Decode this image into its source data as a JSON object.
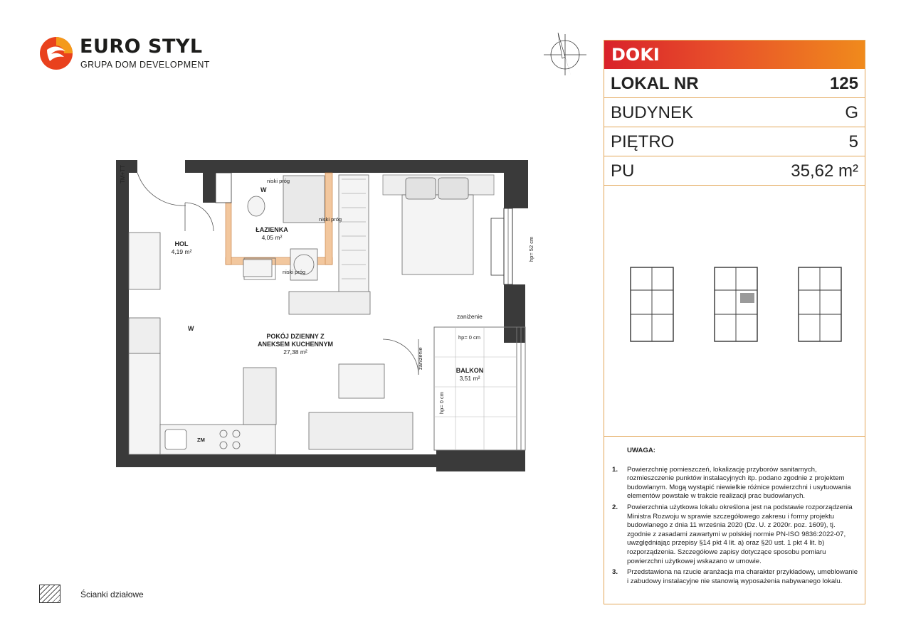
{
  "brand": {
    "name": "EURO STYL",
    "sub": "GRUPA DOM DEVELOPMENT"
  },
  "colors": {
    "accent_red": "#d9222a",
    "accent_orange": "#f08a1c",
    "wall": "#3a3a3a",
    "border": "#e3a75a"
  },
  "panel": {
    "project": "DOKI",
    "rows": [
      {
        "key": "LOKAL NR",
        "value": "125"
      },
      {
        "key": "BUDYNEK",
        "value": "G"
      },
      {
        "key": "PIĘTRO",
        "value": "5"
      },
      {
        "key": "PU",
        "value": "35,62 m²"
      }
    ]
  },
  "rooms": {
    "hol": {
      "name": "HOL",
      "area": "4,19 m²"
    },
    "lazienka": {
      "name": "ŁAZIENKA",
      "area": "4,05 m²"
    },
    "pokoj": {
      "name": "POKÓJ DZIENNY Z\nANEKSEM KUCHENNYM",
      "area": "27,38 m²"
    },
    "balkon": {
      "name": "BALKON",
      "area": "3,51 m²"
    }
  },
  "plan_notes": {
    "tm_tt": "TM+TT",
    "w1": "W",
    "w2": "W",
    "niski_prog_1": "niski próg",
    "niski_prog_2": "niski próg",
    "niski_prog_3": "niski próg",
    "hp52": "hp= 52 cm",
    "zanizenie_1": "zaniżenie",
    "zanizenie_2": "zaniżenie",
    "hp0_1": "hp= 0 cm",
    "hp0_2": "hp= 0 cm",
    "zm": "ZM"
  },
  "notes": {
    "title": "UWAGA:",
    "items": [
      {
        "n": "1.",
        "text": "Powierzchnię pomieszczeń, lokalizację przyborów sanitarnych, rozmieszczenie punktów instalacyjnych itp. podano zgodnie z projektem budowlanym. Mogą wystąpić niewielkie różnice powierzchni i usytuowania elementów powstałe w trakcie realizacji prac budowlanych."
      },
      {
        "n": "2.",
        "text": "Powierzchnia użytkowa lokalu określona jest na podstawie rozporządzenia Ministra Rozwoju w sprawie szczegółowego zakresu i formy projektu budowlanego z dnia 11 września 2020 (Dz. U. z 2020r. poz. 1609), tj. zgodnie z zasadami zawartymi w polskiej normie PN-ISO 9836:2022-07, uwzględniając przepisy §14 pkt 4 lit. a) oraz §20 ust. 1 pkt 4 lit. b) rozporządzenia. Szczegółowe zapisy dotyczące sposobu pomiaru powierzchni użytkowej wskazano w umowie."
      },
      {
        "n": "3.",
        "text": "Przedstawiona na rzucie aranżacja ma charakter przykładowy, umeblowanie i zabudowy instalacyjne nie stanowią wyposażenia nabywanego lokalu."
      }
    ]
  },
  "legend": {
    "label": "Ścianki działowe"
  }
}
